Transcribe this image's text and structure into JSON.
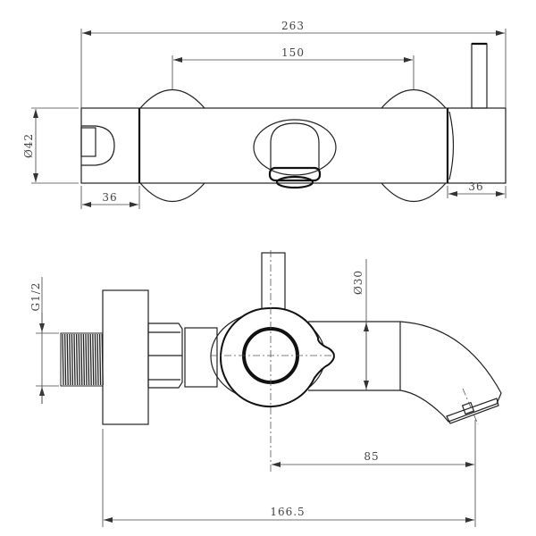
{
  "top_view": {
    "overall_width": "263",
    "handle_spacing": "150",
    "body_diameter": "Ø42",
    "left_end_length": "36",
    "right_end_length": "36"
  },
  "side_view": {
    "thread_size": "G1/2",
    "spout_diameter": "Ø30",
    "spout_projection": "85",
    "overall_depth": "166.5"
  },
  "colors": {
    "line": "#222222",
    "background": "#ffffff"
  }
}
